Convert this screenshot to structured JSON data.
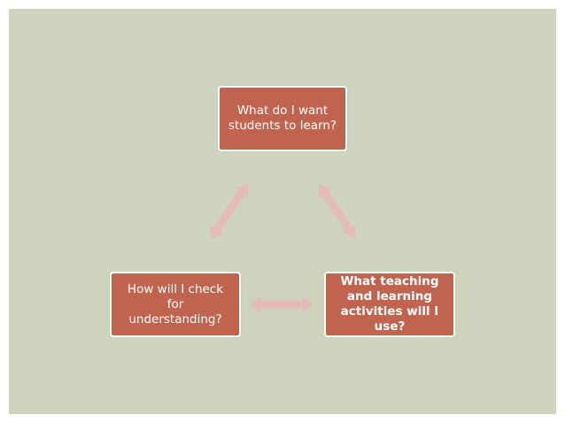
{
  "colors": {
    "background": "#cdd3bd",
    "page": "#ffffff",
    "box_fill": "#c0644f",
    "arrow_fill": "#e4bcb5"
  },
  "diagram": {
    "nodes": {
      "top": {
        "label": "What do I want students to learn?"
      },
      "right": {
        "label": "What teaching and learning activities will I use?"
      },
      "left": {
        "label": "How will I check for understanding?"
      }
    },
    "connectors": [
      {
        "from": "top",
        "to": "right",
        "style": "double-arrow"
      },
      {
        "from": "right",
        "to": "left",
        "style": "double-arrow"
      },
      {
        "from": "left",
        "to": "top",
        "style": "double-arrow"
      }
    ]
  }
}
